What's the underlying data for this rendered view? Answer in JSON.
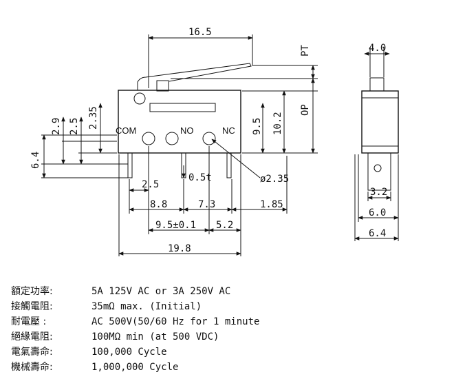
{
  "dimensions": {
    "overall_top": "16.5",
    "pt": "PT",
    "op": "OP",
    "d_2_9": "2.9",
    "d_2_5_left": "2.5",
    "d_2_35": "2.35",
    "d_9_5_right": "9.5",
    "d_10_2": "10.2",
    "d_6_4_left": "6.4",
    "d_2_5_bottom": "2.5",
    "d_0_5t": "0.5t",
    "d_dia": "ø2.35",
    "d_8_8": "8.8",
    "d_7_3": "7.3",
    "d_1_85": "1.85",
    "d_9_5_tol": "9.5±0.1",
    "d_5_2": "5.2",
    "d_19_8": "19.8",
    "side_4_0": "4.0",
    "side_3_2": "3.2",
    "side_6_0": "6.0",
    "side_6_4": "6.4"
  },
  "terminals": {
    "com": "COM",
    "no": "NO",
    "nc": "NC"
  },
  "specs": [
    {
      "label": "額定功率:",
      "value": "5A 125V AC or 3A 250V AC"
    },
    {
      "label": "接觸電阻:",
      "value": "35mΩ max. (Initial)"
    },
    {
      "label": "耐電壓  :",
      "value": "AC 500V(50/60 Hz for 1 minute"
    },
    {
      "label": "絕緣電阻:",
      "value": "100MΩ min (at 500 VDC)"
    },
    {
      "label": "電氣壽命:",
      "value": "100,000 Cycle"
    },
    {
      "label": "機械壽命:",
      "value": "1,000,000 Cycle"
    }
  ]
}
